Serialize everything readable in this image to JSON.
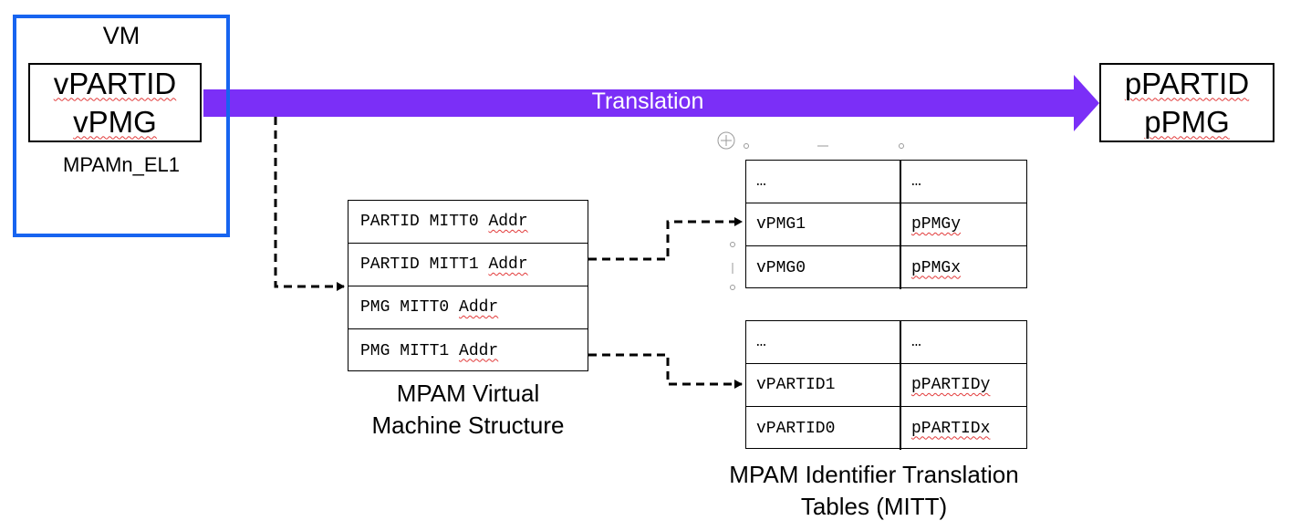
{
  "vm": {
    "title": "VM",
    "virtual_partid": "vPARTID",
    "virtual_pmg": "vPMG",
    "register": "MPAMn_EL1"
  },
  "translation": {
    "label": "Translation",
    "arrow_color": "#7b2ff7",
    "physical_partid": "pPARTID",
    "physical_pmg": "pPMG"
  },
  "vm_structure": {
    "rows": [
      "PARTID MITT0 Addr",
      "PARTID MITT1 Addr",
      "PMG MITT0 Addr",
      "PMG MITT1 Addr"
    ],
    "caption_line1": "MPAM Virtual",
    "caption_line2": "Machine Structure"
  },
  "pmg_table": {
    "rows": [
      {
        "virtual": "…",
        "physical": "…"
      },
      {
        "virtual": "vPMG1",
        "physical": "pPMGy"
      },
      {
        "virtual": "vPMG0",
        "physical": "pPMGx"
      }
    ]
  },
  "partid_table": {
    "rows": [
      {
        "virtual": "…",
        "physical": "…"
      },
      {
        "virtual": "vPARTID1",
        "physical": "pPARTIDy"
      },
      {
        "virtual": "vPARTID0",
        "physical": "pPARTIDx"
      }
    ]
  },
  "mitt_caption": {
    "line1": "MPAM Identifier Translation",
    "line2": "Tables (MITT)"
  },
  "colors": {
    "vm_border": "#1764f0",
    "translation_arrow": "#7b2ff7",
    "spellcheck_underline": "#e23a3a"
  }
}
